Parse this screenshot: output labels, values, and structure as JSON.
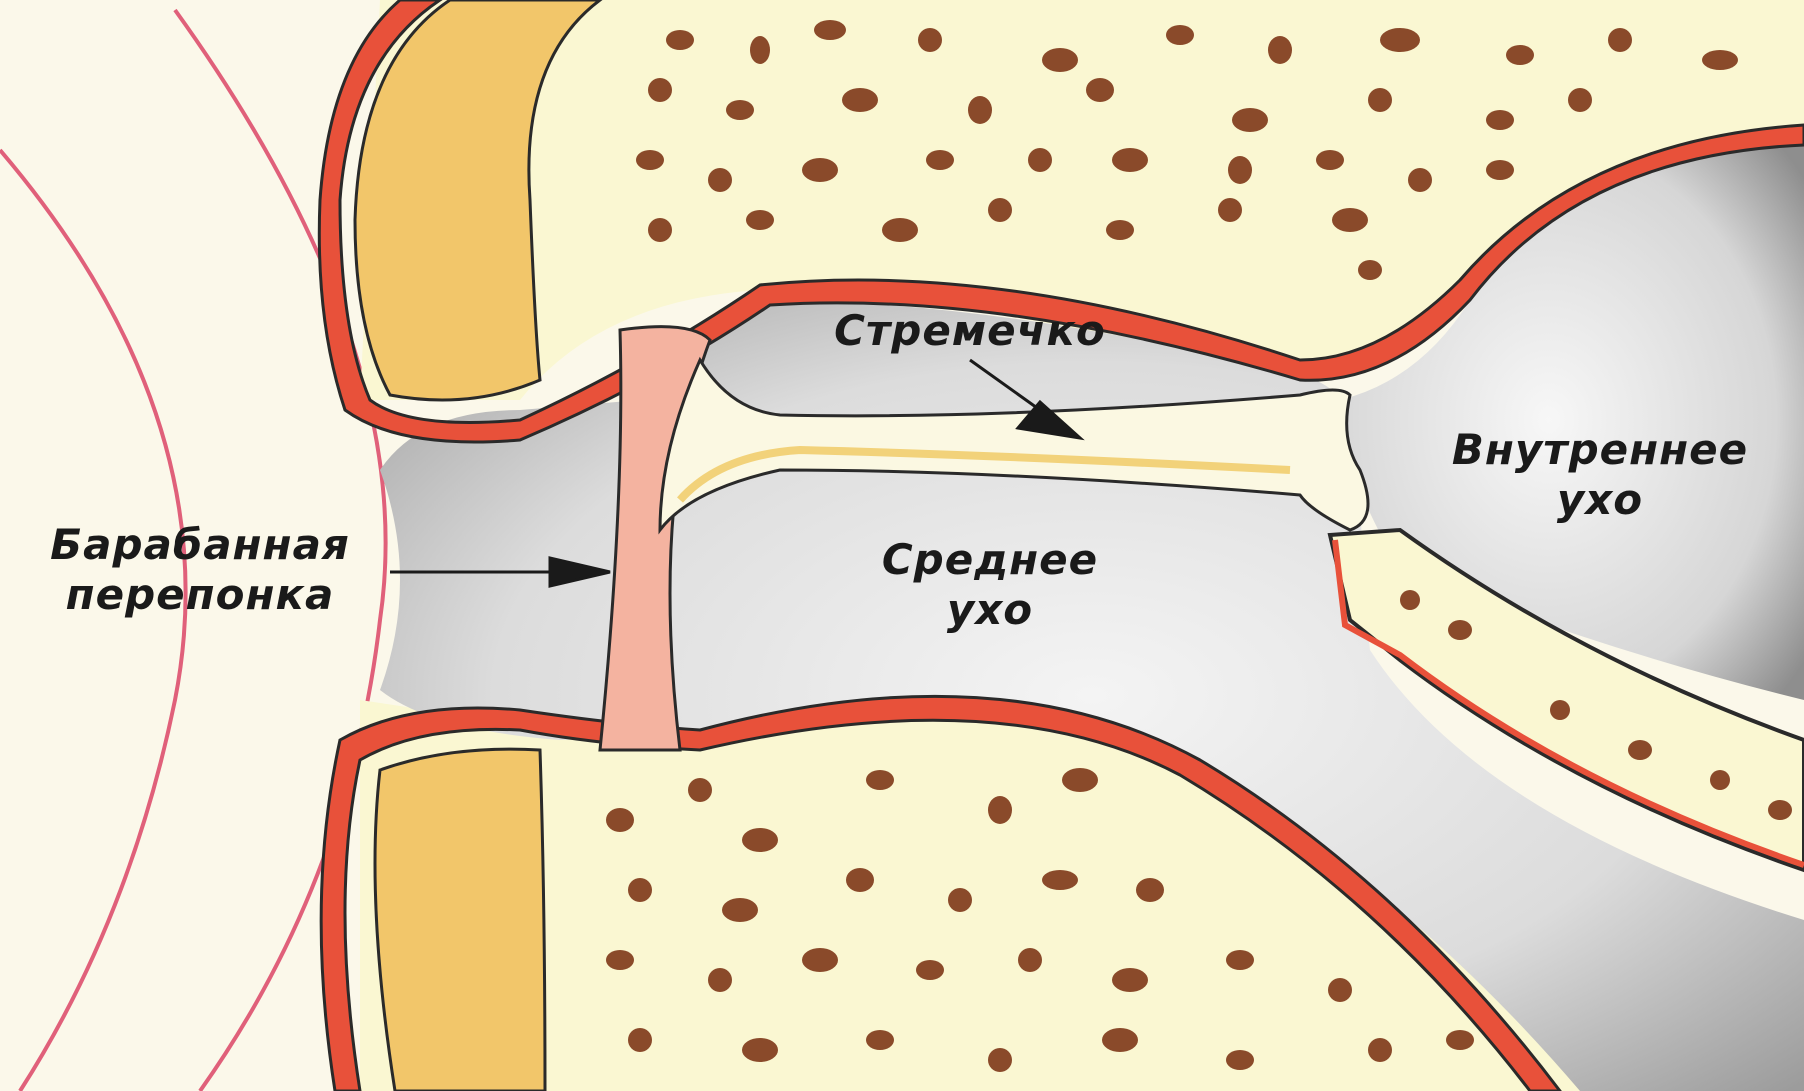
{
  "labels": {
    "tympanic_line1": "Барабанная",
    "tympanic_line2": "перепонка",
    "stapes": "Стремечко",
    "middle_line1": "Среднее",
    "middle_line2": "ухо",
    "inner_line1": "Внутреннее",
    "inner_line2": "ухо"
  },
  "colors": {
    "bone": "#faf7d2",
    "cavity": "#cfcfcf",
    "membrane_lining": "#e8513a",
    "cartilage": "#f2c66a",
    "eardrum": "#f4b3a0",
    "spots": "#8a4a2a",
    "sound_waves": "#e0607a",
    "outline": "#2a2a2a"
  }
}
